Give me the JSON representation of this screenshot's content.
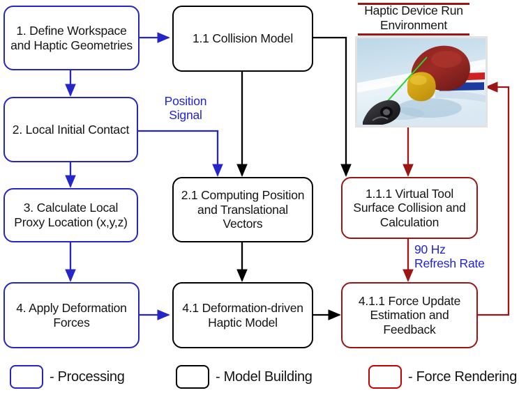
{
  "diagram": {
    "title_of_simulation_panel": {
      "line1": "Haptic Device Run",
      "line2": "Environment"
    },
    "nodes": [
      {
        "id": "n1",
        "label": "1. Define Workspace and Haptic Geometries",
        "category": "Processing",
        "color": "#2626c8"
      },
      {
        "id": "n2",
        "label": "2. Local Initial Contact",
        "category": "Processing",
        "color": "#2626c8"
      },
      {
        "id": "n3",
        "label": "3. Calculate Local Proxy Location (x,y,z)",
        "category": "Processing",
        "color": "#2626c8"
      },
      {
        "id": "n4",
        "label": "4. Apply Deformation Forces",
        "category": "Processing",
        "color": "#2626c8"
      },
      {
        "id": "n11",
        "label": "1.1 Collision Model",
        "category": "Model Building",
        "color": "#000000"
      },
      {
        "id": "n21",
        "label": "2.1 Computing Position and Translational Vectors",
        "category": "Model Building",
        "color": "#000000"
      },
      {
        "id": "n41",
        "label": "4.1 Deformation-driven Haptic Model",
        "category": "Model Building",
        "color": "#000000"
      },
      {
        "id": "n111",
        "label": "1.1.1 Virtual Tool Surface Collision and Calculation",
        "category": "Force Rendering",
        "color": "#9c1515"
      },
      {
        "id": "n411",
        "label": "4.1.1 Force Update Estimation and Feedback",
        "category": "Force Rendering",
        "color": "#9c1515"
      }
    ],
    "edge_labels": [
      {
        "id": "position_signal",
        "line1": "Position",
        "line2": "Signal",
        "color": "#2222dd"
      },
      {
        "id": "refresh_rate",
        "line1": "90 Hz",
        "line2": "Refresh Rate",
        "color": "#2222dd"
      }
    ],
    "legend": [
      {
        "label": "- Processing",
        "color": "#2626c8"
      },
      {
        "label": "- Model Building",
        "color": "#000000"
      },
      {
        "label": "- Force Rendering",
        "color": "#c40000"
      }
    ]
  }
}
